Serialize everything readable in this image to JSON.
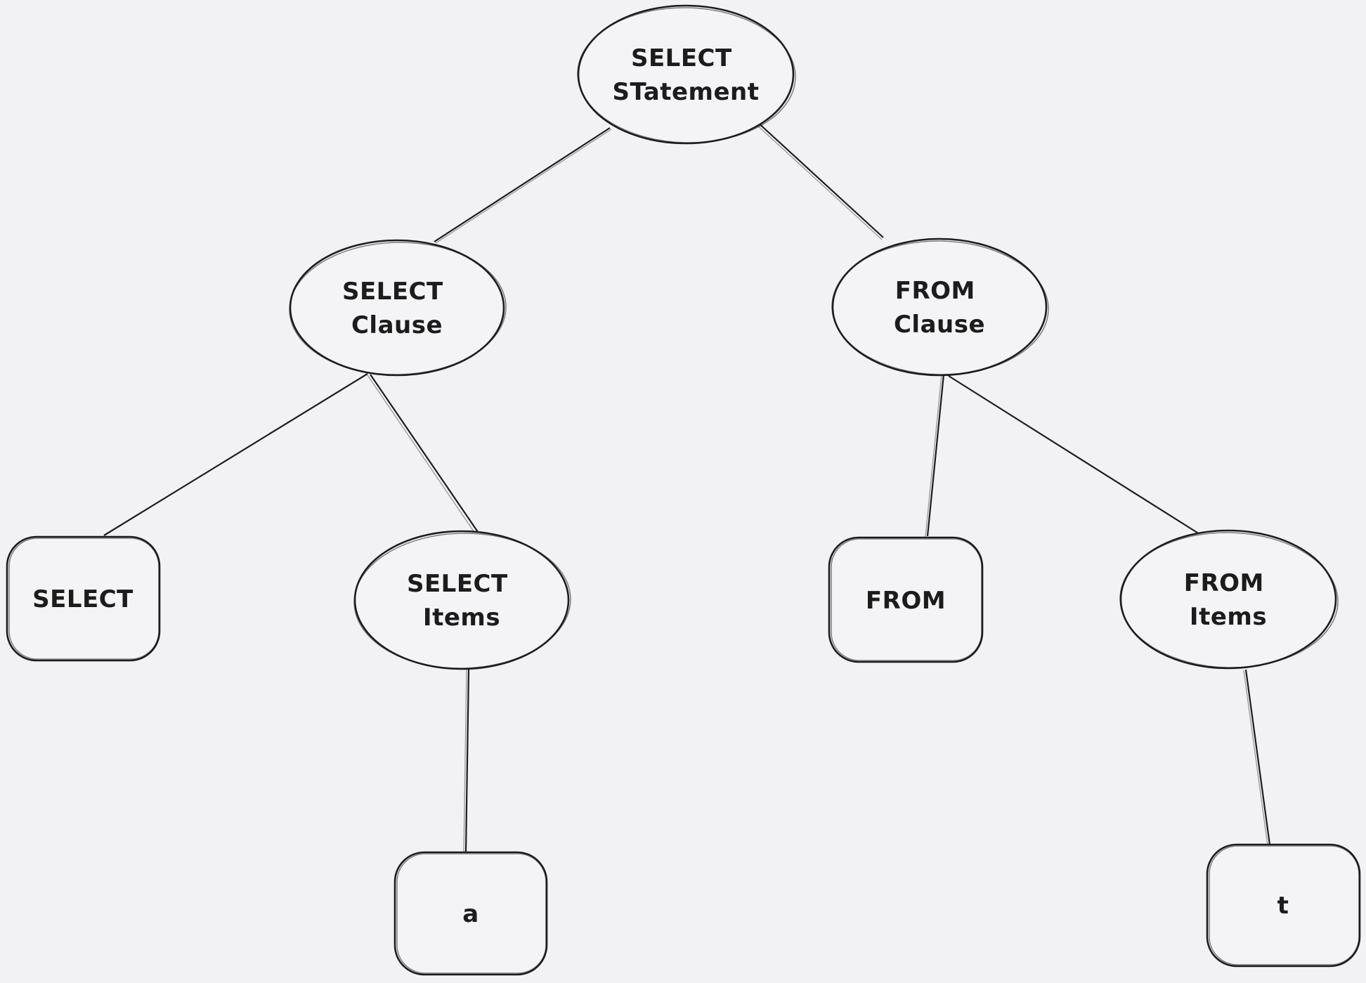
{
  "canvas": {
    "background_color": "#f2f2f4",
    "stroke_color": "#1d1d1d",
    "text_color": "#1c1c1c",
    "style": "hand-drawn sketch"
  },
  "nodes": {
    "select_statement": {
      "shape": "ellipse",
      "lines": [
        "SELECT",
        "STatement"
      ]
    },
    "select_clause": {
      "shape": "ellipse",
      "lines": [
        "SELECT",
        "Clause"
      ]
    },
    "from_clause": {
      "shape": "ellipse",
      "lines": [
        "FROM",
        "Clause"
      ]
    },
    "select_keyword": {
      "shape": "rounded-rectangle",
      "lines": [
        "SELECT"
      ]
    },
    "select_items": {
      "shape": "ellipse",
      "lines": [
        "SELECT",
        "Items"
      ]
    },
    "from_keyword": {
      "shape": "rounded-rectangle",
      "lines": [
        "FROM"
      ]
    },
    "from_items": {
      "shape": "ellipse",
      "lines": [
        "FROM",
        "Items"
      ]
    },
    "item_a": {
      "shape": "rounded-rectangle",
      "lines": [
        "a"
      ]
    },
    "item_t": {
      "shape": "rounded-rectangle",
      "lines": [
        "t"
      ]
    }
  },
  "edges": [
    {
      "from": "select_statement",
      "to": "select_clause"
    },
    {
      "from": "select_statement",
      "to": "from_clause"
    },
    {
      "from": "select_clause",
      "to": "select_keyword"
    },
    {
      "from": "select_clause",
      "to": "select_items"
    },
    {
      "from": "select_items",
      "to": "item_a"
    },
    {
      "from": "from_clause",
      "to": "from_keyword"
    },
    {
      "from": "from_clause",
      "to": "from_items"
    },
    {
      "from": "from_items",
      "to": "item_t"
    }
  ]
}
